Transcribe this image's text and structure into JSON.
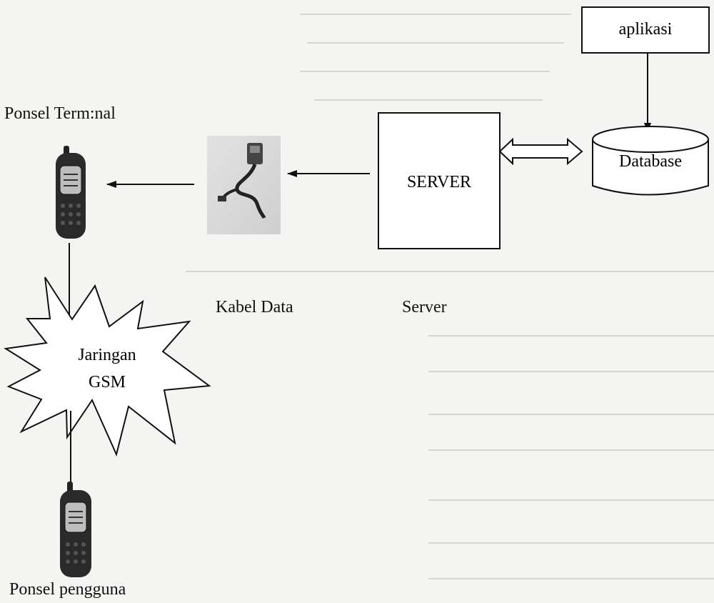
{
  "labels": {
    "ponsel_terminal": "Ponsel Term:nal",
    "ponsel_pengguna": "Ponsel pengguna",
    "kabel_data": "Kabel Data",
    "server_caption": "Server",
    "server_box": "SERVER",
    "database": "Database",
    "aplikasi": "aplikasi",
    "jaringan_line1": "Jaringan",
    "jaringan_line2": "GSM"
  },
  "icons": {
    "phone": "mobile-phone-icon",
    "cable": "data-cable-icon",
    "database": "database-cylinder-icon",
    "network": "gsm-network-burst-icon"
  }
}
